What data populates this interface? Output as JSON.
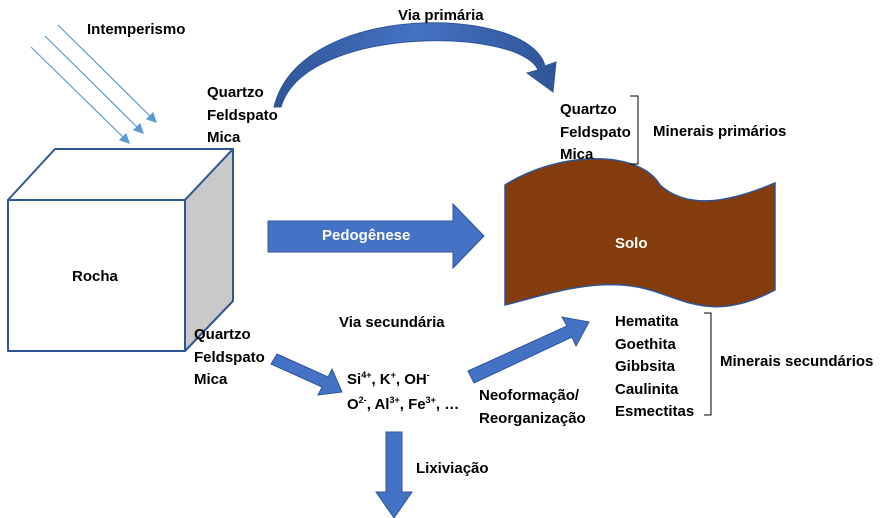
{
  "labels": {
    "weathering": "Intemperismo",
    "primary_path": "Via primária",
    "secondary_path": "Via secundária",
    "rock": "Rocha",
    "pedogenesis": "Pedogênese",
    "soil": "Solo",
    "primary_minerals": "Minerais primários",
    "secondary_minerals": "Minerais secundários",
    "neoformation_1": "Neoformação/",
    "neoformation_2": "Reorganização",
    "leaching": "Lixiviação"
  },
  "rock_minerals_top": [
    "Quartzo",
    "Feldspato",
    "Mica"
  ],
  "rock_minerals_bottom": [
    "Quartzo",
    "Feldspato",
    "Mica"
  ],
  "soil_primary_minerals": [
    "Quartzo",
    "Feldspato",
    "Mica"
  ],
  "soil_secondary_minerals": [
    "Hematita",
    "Goethita",
    "Gibbsita",
    "Caulinita",
    "Esmectitas"
  ],
  "ions": {
    "line1": [
      {
        "sym": "Si",
        "charge": "4+",
        "sep": ", "
      },
      {
        "sym": "K",
        "charge": "+",
        "sep": ", "
      },
      {
        "sym": "OH",
        "charge": "-",
        "sep": ""
      }
    ],
    "line2": [
      {
        "sym": "O",
        "charge": "2-",
        "sep": ", "
      },
      {
        "sym": "Al",
        "charge": "3+",
        "sep": ", "
      },
      {
        "sym": "Fe",
        "charge": "3+",
        "sep": ", …"
      }
    ]
  },
  "colors": {
    "arrow_blue": "#4472c4",
    "arrow_blue_dark": "#2f5597",
    "soil_brown": "#843c0c",
    "rock_side_gray": "#c9c9c9",
    "rock_edge": "#2f5597"
  }
}
